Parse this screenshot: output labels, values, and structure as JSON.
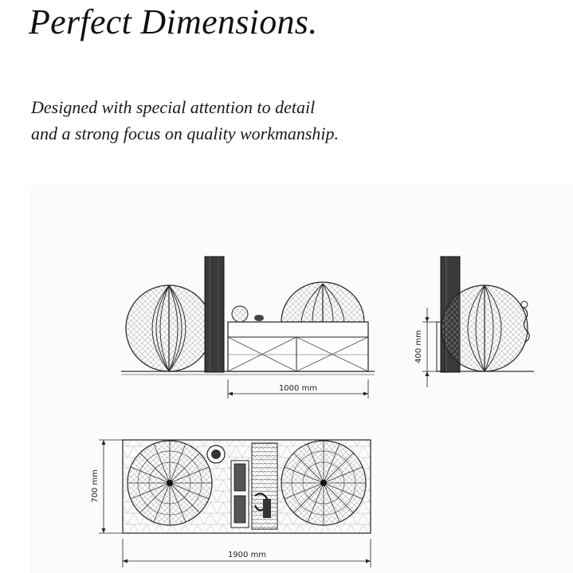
{
  "heading": {
    "title": "Perfect Dimensions.",
    "subtitle_line1": "Designed with special attention to detail",
    "subtitle_line2": "and a strong focus on quality workmanship."
  },
  "dimensions": {
    "front_width": "1000 mm",
    "side_height": "400 mm",
    "top_depth": "700 mm",
    "top_width": "1900 mm"
  }
}
